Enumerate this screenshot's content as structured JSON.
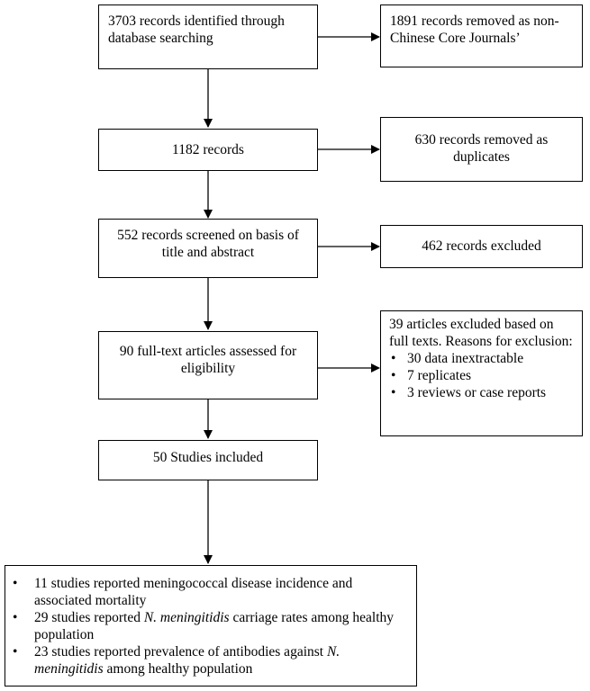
{
  "boxes": {
    "identified": "3703 records identified through database searching",
    "removed_non_core": "1891 records removed as non-Chinese Core Journals’",
    "records": "1182 records",
    "duplicates": "630 records removed as duplicates",
    "screened": "552 records screened on basis of title and abstract",
    "excluded": "462 records excluded",
    "fulltext": "90 full-text articles assessed for eligibility",
    "fulltext_excluded": {
      "heading": "39 articles excluded based on full texts. Reasons for exclusion:",
      "items": [
        "30 data inextractable",
        "7 replicates",
        "3 reviews or case reports"
      ]
    },
    "included": "50 Studies included",
    "final": [
      {
        "pre": "11 studies reported meningococcal disease incidence and associated mortality",
        "italic": "",
        "post": ""
      },
      {
        "pre": "29 studies reported ",
        "italic": "N. meningitidis",
        "post": " carriage rates among healthy population"
      },
      {
        "pre": "23 studies reported prevalence of antibodies against ",
        "italic": "N. meningitidis",
        "post": " among healthy population"
      }
    ]
  }
}
